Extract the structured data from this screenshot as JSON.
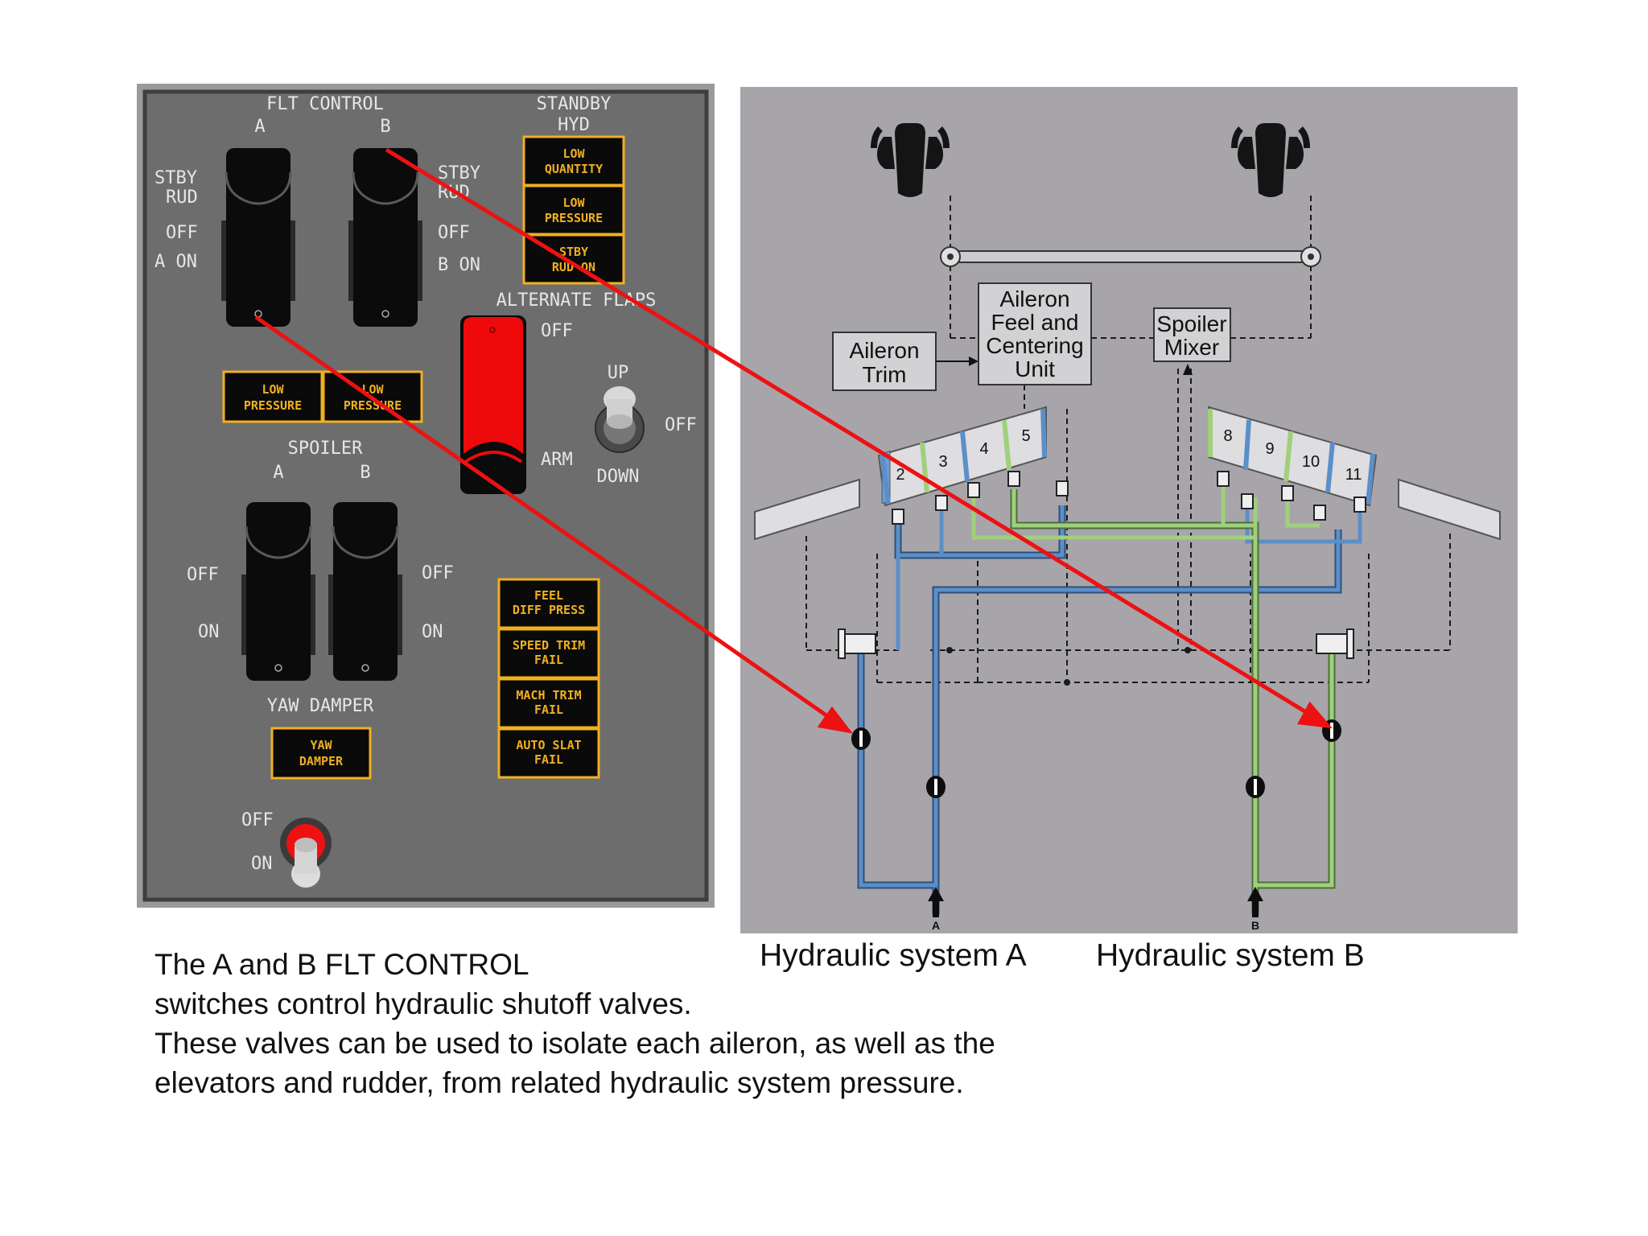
{
  "panel": {
    "flt_control": {
      "title": "FLT CONTROL",
      "a": "A",
      "b": "B"
    },
    "left_labels": {
      "stby": "STBY",
      "rud": "RUD",
      "off": "OFF",
      "a_on": "A ON"
    },
    "right_labels": {
      "stby": "STBY",
      "rud": "RUD",
      "off": "OFF",
      "b_on": "B ON"
    },
    "standby_hyd": {
      "line1": "STANDBY",
      "line2": "HYD"
    },
    "standby_lights": [
      {
        "line1": "LOW",
        "line2": "QUANTITY"
      },
      {
        "line1": "LOW",
        "line2": "PRESSURE"
      },
      {
        "line1": "STBY",
        "line2": "RUD ON"
      }
    ],
    "low_pressure_lights": [
      {
        "line1": "LOW",
        "line2": "PRESSURE"
      },
      {
        "line1": "LOW",
        "line2": "PRESSURE"
      }
    ],
    "alternate_flaps": {
      "title": "ALTERNATE FLAPS",
      "off": "OFF",
      "arm": "ARM",
      "up": "UP",
      "down": "DOWN",
      "off2": "OFF"
    },
    "spoiler": {
      "title": "SPOILER",
      "a": "A",
      "b": "B",
      "off_l": "OFF",
      "on_l": "ON",
      "off_r": "OFF",
      "on_r": "ON"
    },
    "warning_lights": [
      {
        "line1": "FEEL",
        "line2": "DIFF PRESS"
      },
      {
        "line1": "SPEED TRIM",
        "line2": "FAIL"
      },
      {
        "line1": "MACH TRIM",
        "line2": "FAIL"
      },
      {
        "line1": "AUTO SLAT",
        "line2": "FAIL"
      }
    ],
    "yaw_damper": {
      "title": "YAW DAMPER",
      "light_line1": "YAW",
      "light_line2": "DAMPER",
      "off": "OFF",
      "on": "ON"
    }
  },
  "diagram": {
    "aileron_trim": {
      "line1": "Aileron",
      "line2": "Trim"
    },
    "feel_unit": {
      "line1": "Aileron",
      "line2": "Feel and",
      "line3": "Centering",
      "line4": "Unit"
    },
    "spoiler_mixer": {
      "line1": "Spoiler",
      "line2": "Mixer"
    },
    "spoilers_left": [
      "2",
      "3",
      "4",
      "5"
    ],
    "spoilers_right": [
      "8",
      "9",
      "10",
      "11"
    ],
    "port_a": "A",
    "port_b": "B",
    "colors": {
      "system_a": "#5b8fc9",
      "system_b": "#9fd07c",
      "arrow": "#ee1111",
      "light_text": "#f0b020"
    }
  },
  "hyd_labels": {
    "a": "Hydraulic system A",
    "b": "Hydraulic system B"
  },
  "caption": [
    "The A and B FLT CONTROL",
    "switches control hydraulic shutoff valves.",
    "These valves can be used to isolate each aileron, as well as the",
    "elevators and rudder, from related hydraulic system pressure."
  ]
}
